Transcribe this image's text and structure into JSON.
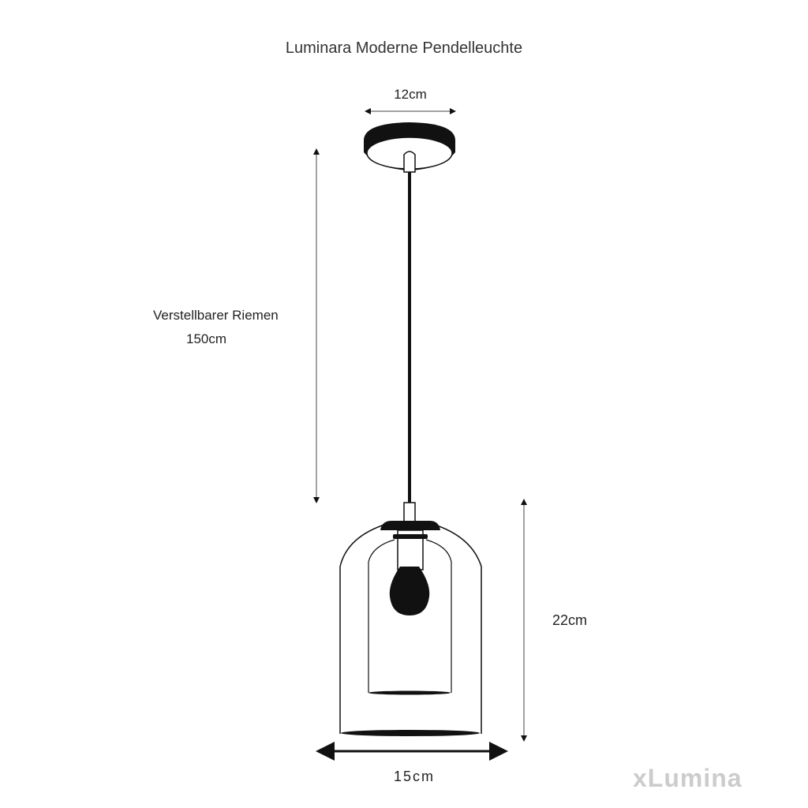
{
  "title": "Luminara Moderne Pendelleuchte",
  "dimensions": {
    "canopy_width": "12cm",
    "strap_label": "Verstellbarer Riemen",
    "strap_length": "150cm",
    "shade_height": "22cm",
    "shade_width": "15cm"
  },
  "brand": "xLumina"
}
